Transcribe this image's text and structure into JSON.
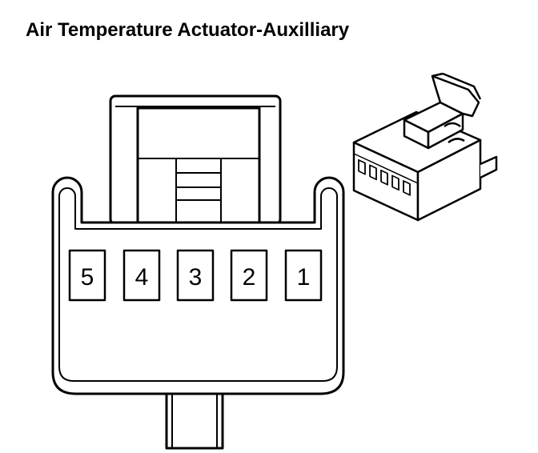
{
  "title": "Air Temperature Actuator-Auxilliary",
  "pins": [
    "5",
    "4",
    "3",
    "2",
    "1"
  ],
  "colors": {
    "line": "#000000",
    "background": "#ffffff"
  }
}
